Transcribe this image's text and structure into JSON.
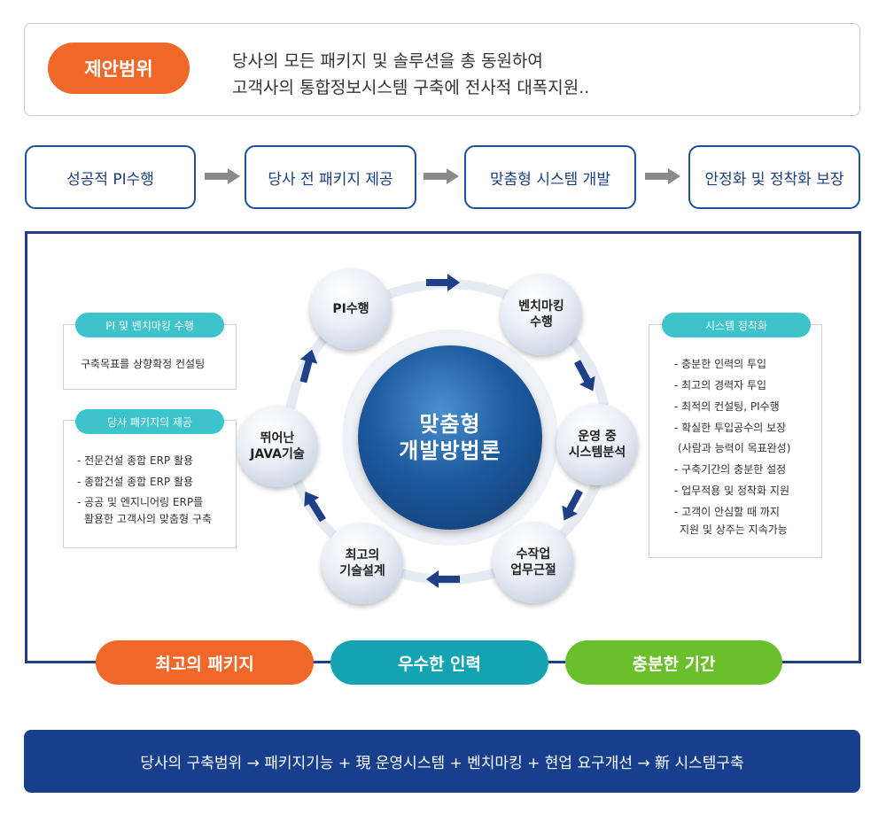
{
  "proposal": {
    "badge": "제안범위",
    "line1": "당사의 모든 패키지 및 솔루션을 총 동원하여",
    "line2": "고객사의 통합정보시스템 구축에 전사적 대폭지원.."
  },
  "steps": [
    "성공적 PI수행",
    "당사 전 패키지 제공",
    "맞춤형 시스템 개발",
    "안정화 및 정착화 보장"
  ],
  "center": {
    "line1": "맞춤형",
    "line2": "개발방법론"
  },
  "cycle": {
    "pi": {
      "line1": "PI수행"
    },
    "bench": {
      "line1": "벤치마킹",
      "line2": "수행"
    },
    "ops": {
      "line1": "운영 중",
      "line2": "시스템분석"
    },
    "manual": {
      "line1": "수작업",
      "line2": "업무근절"
    },
    "design": {
      "line1": "최고의",
      "line2": "기술설계"
    },
    "java": {
      "line1": "뛰어난",
      "line2": "JAVA기술"
    }
  },
  "left_panels": {
    "pi_bench": {
      "title": "PI 및 벤치마킹 수행",
      "items": [
        "구축목표를 상향확정 컨설팅"
      ]
    },
    "package": {
      "title": "당사 패키지의 제공",
      "items": [
        "- 전문건설 종합 ERP 활용",
        "- 종합건설 종합 ERP 활용",
        "- 공공 및 엔지니어링 ERP를",
        "활용한 고객사의 맞춤형 구축"
      ]
    }
  },
  "right_panel": {
    "title": "시스템 정착화",
    "items": [
      "- 충분한 인력의 투입",
      "- 최고의 경력자 투입",
      "- 최적의 컨설팅, PI수행",
      "- 확실한 투입공수의 보장",
      "(사람과 능력이 목표완성)",
      "- 구축기간의 충분한 설정",
      "- 업무적용 및 정착화 지원",
      "- 고객이 안심할 때 까지",
      "지원 및 상주는 지속가능"
    ]
  },
  "pillars": [
    "최고의 패키지",
    "우수한 인력",
    "충분한 기간"
  ],
  "summary": "당사의 구축범위 → 패키지기능 + 現 운영시스템 + 벤치마킹 + 현업 요구개선 → 新 시스템구축",
  "colors": {
    "orange": "#f0672a",
    "teal": "#14a3b0",
    "green": "#6abf2a",
    "navy": "#1f3f86",
    "cyan": "#3cc3cc"
  }
}
